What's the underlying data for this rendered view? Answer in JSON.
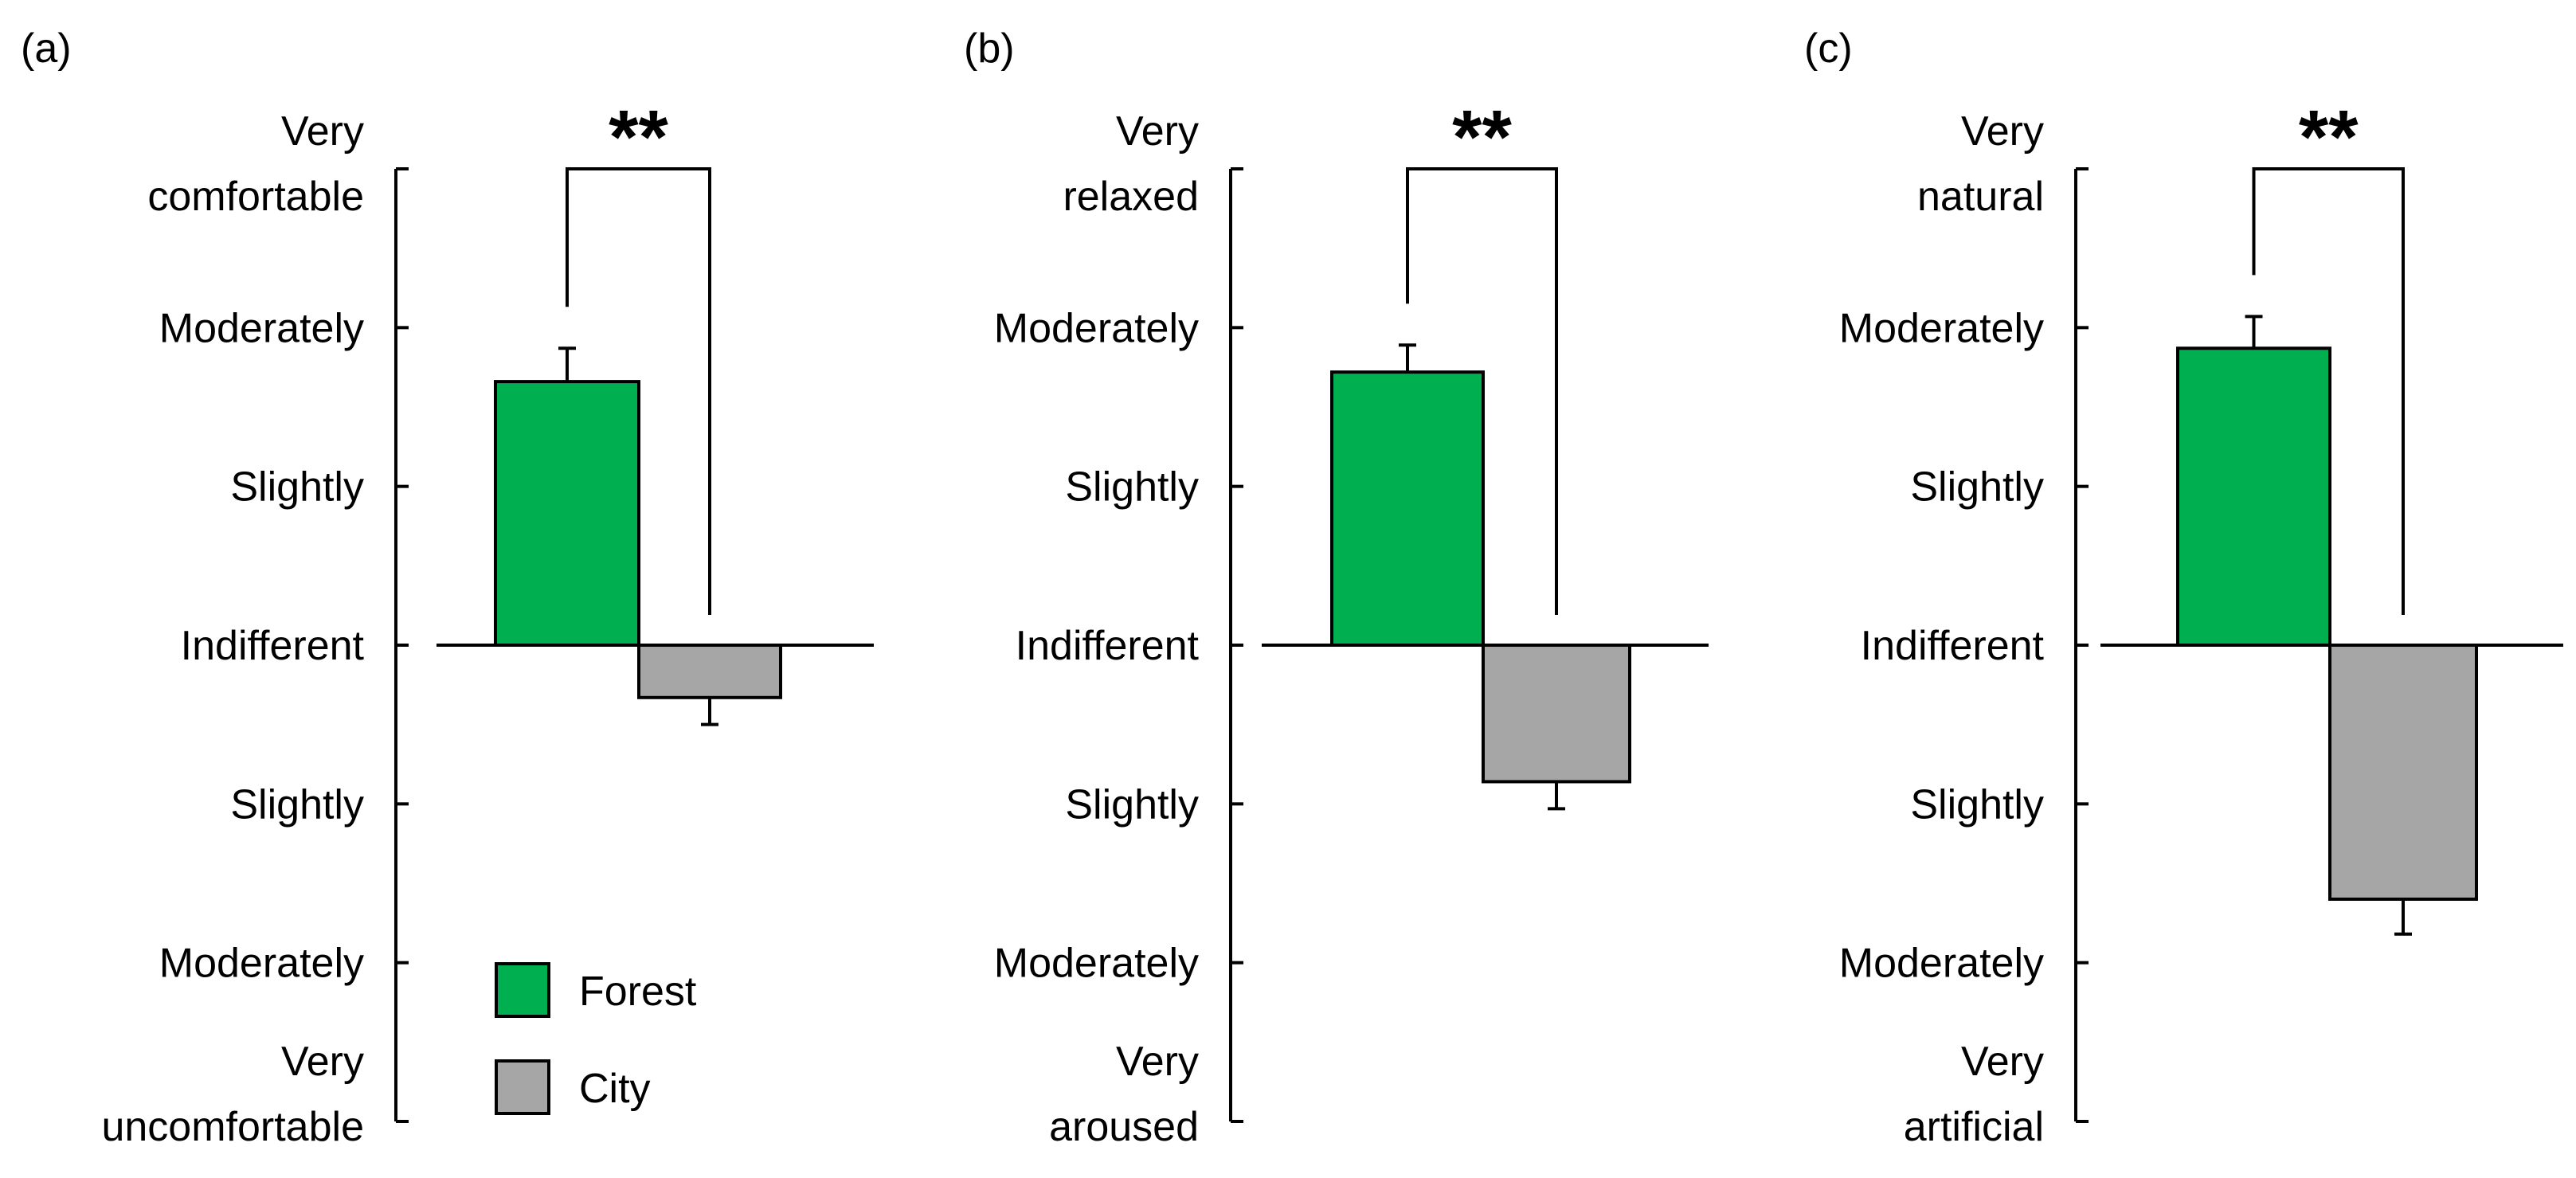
{
  "chart_data": [
    {
      "type": "bar",
      "panel_label": "(a)",
      "categories": [
        "Forest",
        "City"
      ],
      "values": [
        1.66,
        -0.33
      ],
      "error": [
        0.21,
        0.17
      ],
      "ylim": [
        -3,
        3
      ],
      "yticks": [
        {
          "value": 3,
          "label": [
            "Very",
            "comfortable"
          ]
        },
        {
          "value": 2,
          "label": [
            "Moderately"
          ]
        },
        {
          "value": 1,
          "label": [
            "Slightly"
          ]
        },
        {
          "value": 0,
          "label": [
            "Indifferent"
          ]
        },
        {
          "value": -1,
          "label": [
            "Slightly"
          ]
        },
        {
          "value": -2,
          "label": [
            "Moderately"
          ]
        },
        {
          "value": -3,
          "label": [
            "Very",
            "uncomfortable"
          ]
        }
      ],
      "significance": "**",
      "legend": {
        "placement": "bottom-left",
        "items": [
          "Forest",
          "City"
        ]
      }
    },
    {
      "type": "bar",
      "panel_label": "(b)",
      "categories": [
        "Forest",
        "City"
      ],
      "values": [
        1.72,
        -0.86
      ],
      "error": [
        0.17,
        0.17
      ],
      "ylim": [
        -3,
        3
      ],
      "yticks": [
        {
          "value": 3,
          "label": [
            "Very",
            "relaxed"
          ]
        },
        {
          "value": 2,
          "label": [
            "Moderately"
          ]
        },
        {
          "value": 1,
          "label": [
            "Slightly"
          ]
        },
        {
          "value": 0,
          "label": [
            "Indifferent"
          ]
        },
        {
          "value": -1,
          "label": [
            "Slightly"
          ]
        },
        {
          "value": -2,
          "label": [
            "Moderately"
          ]
        },
        {
          "value": -3,
          "label": [
            "Very",
            "aroused"
          ]
        }
      ],
      "significance": "**"
    },
    {
      "type": "bar",
      "panel_label": "(c)",
      "categories": [
        "Forest",
        "City"
      ],
      "values": [
        1.87,
        -1.6
      ],
      "error": [
        0.2,
        0.22
      ],
      "ylim": [
        -3,
        3
      ],
      "yticks": [
        {
          "value": 3,
          "label": [
            "Very",
            "natural"
          ]
        },
        {
          "value": 2,
          "label": [
            "Moderately"
          ]
        },
        {
          "value": 1,
          "label": [
            "Slightly"
          ]
        },
        {
          "value": 0,
          "label": [
            "Indifferent"
          ]
        },
        {
          "value": -1,
          "label": [
            "Slightly"
          ]
        },
        {
          "value": -2,
          "label": [
            "Moderately"
          ]
        },
        {
          "value": -3,
          "label": [
            "Very",
            "artificial"
          ]
        }
      ],
      "significance": "**"
    }
  ],
  "colors": {
    "forest": "#00b050",
    "city": "#a6a6a6",
    "axis": "#000000"
  }
}
